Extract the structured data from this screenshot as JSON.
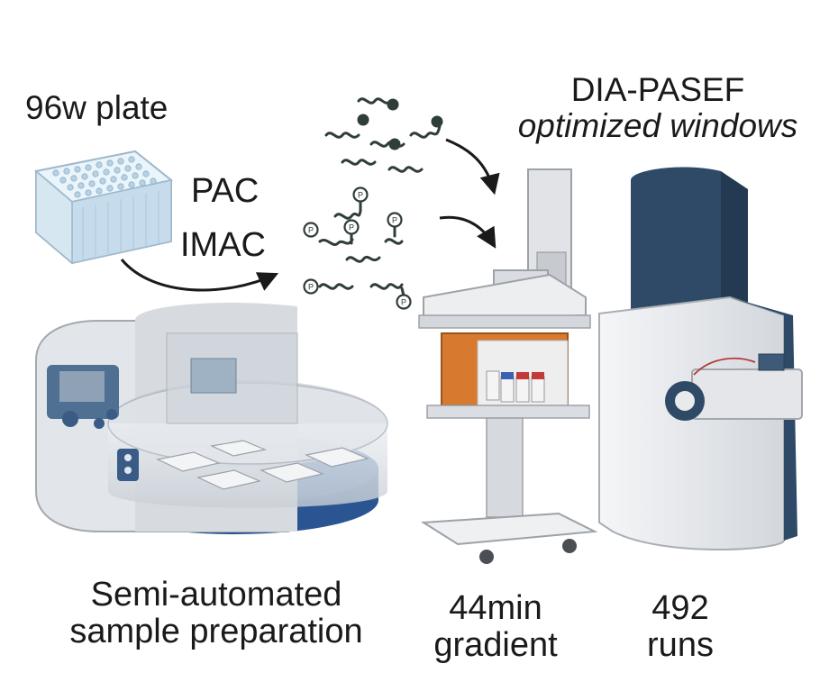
{
  "labels": {
    "plate": "96w plate",
    "dia_line1": "DIA-PASEF",
    "dia_line2": "optimized windows",
    "pac": "PAC",
    "imac": "IMAC",
    "semi_line1": "Semi-automated",
    "semi_line2": "sample preparation",
    "gradient_line1": "44min",
    "gradient_line2": "gradient",
    "runs_line1": "492",
    "runs_line2": "runs"
  },
  "icons": {
    "phospho_marker": "P"
  },
  "colors": {
    "arrow": "#1a1a1a",
    "instrument_blue": "#2e4a66",
    "robot_blue": "#2f5b94",
    "lc_orange": "#d7792f",
    "plate_blue": "#cfe6f4",
    "vial_red": "#c23a3a",
    "vial_blue": "#3a62b0"
  }
}
